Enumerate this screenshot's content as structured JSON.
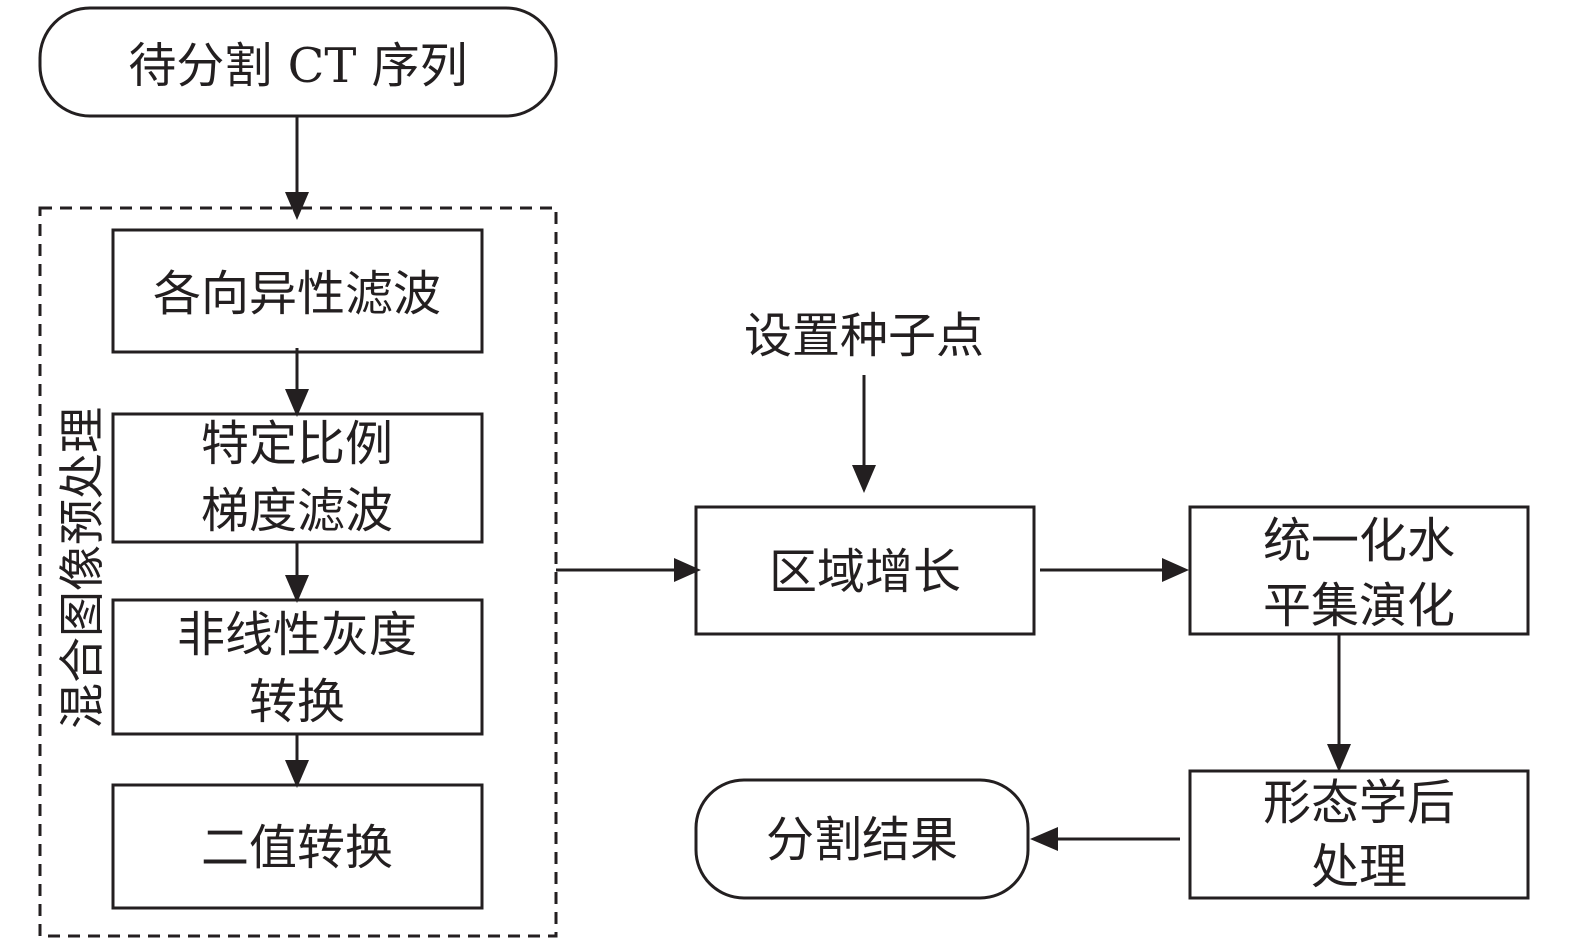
{
  "nodes": {
    "input": "待分割 CT 序列",
    "anisotropic": "各向异性滤波",
    "ratio_1": "特定比例",
    "ratio_2": "梯度滤波",
    "nonlinear_1": "非线性灰度",
    "nonlinear_2": "转换",
    "binary": "二值转换",
    "group_label": "混合图像预处理",
    "seed": "设置种子点",
    "region_growing": "区域增长",
    "levelset_1": "统一化水",
    "levelset_2": "平集演化",
    "morph_1": "形态学后",
    "morph_2": "处理",
    "result": "分割结果"
  },
  "colors": {
    "stroke": "#231f20",
    "background": "#ffffff"
  }
}
